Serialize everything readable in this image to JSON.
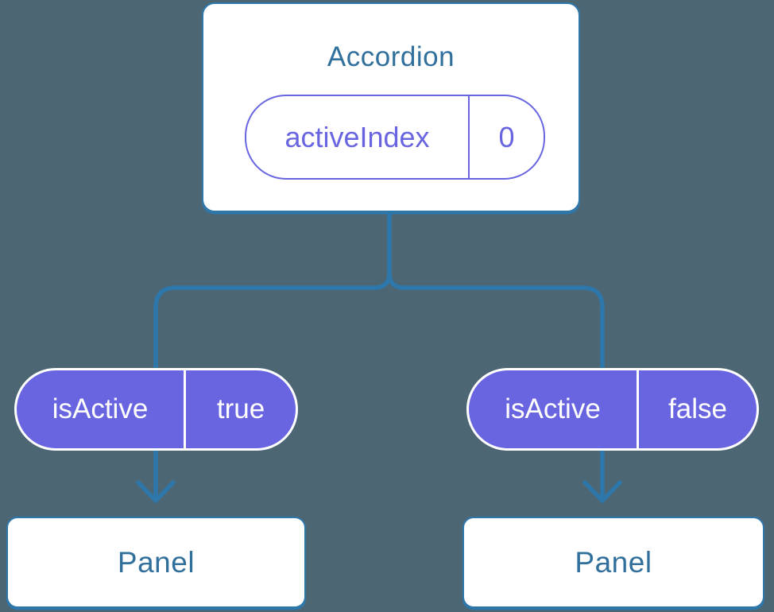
{
  "colors": {
    "background": "#4C6674",
    "line": "#2E77AB",
    "heading": "#31709C",
    "purple": "#6965E0",
    "card_bg": "#FFFFFF",
    "pill_text": "#FFFFFF"
  },
  "diagram": {
    "root": {
      "title": "Accordion",
      "state": {
        "name": "activeIndex",
        "value": "0"
      }
    },
    "children": [
      {
        "prop_name": "isActive",
        "prop_value": "true",
        "component": "Panel"
      },
      {
        "prop_name": "isActive",
        "prop_value": "false",
        "component": "Panel"
      }
    ]
  }
}
